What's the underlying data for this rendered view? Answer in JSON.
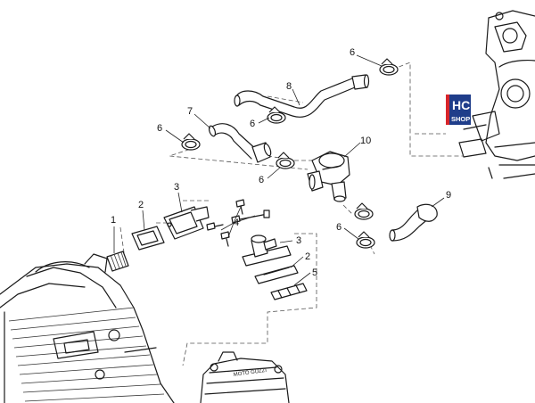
{
  "callouts": [
    {
      "id": "c1",
      "text": "1"
    },
    {
      "id": "c2a",
      "text": "2"
    },
    {
      "id": "c3a",
      "text": "3"
    },
    {
      "id": "c4",
      "text": "4"
    },
    {
      "id": "c3b",
      "text": "3"
    },
    {
      "id": "c2b",
      "text": "2"
    },
    {
      "id": "c5",
      "text": "5"
    },
    {
      "id": "c6a",
      "text": "6"
    },
    {
      "id": "c6b",
      "text": "6"
    },
    {
      "id": "c6c",
      "text": "6"
    },
    {
      "id": "c6d",
      "text": "6"
    },
    {
      "id": "c6e",
      "text": "6"
    },
    {
      "id": "c7",
      "text": "7"
    },
    {
      "id": "c8",
      "text": "8"
    },
    {
      "id": "c9",
      "text": "9"
    },
    {
      "id": "c10",
      "text": "10"
    }
  ],
  "logo": {
    "line1": "HC",
    "line2": "SHOP",
    "color_primary": "#1f3d8a",
    "color_accent": "#d8252a"
  },
  "engine_text": "MOTO GUZZI",
  "colors": {
    "line": "#1a1a1a",
    "background": "#ffffff"
  }
}
